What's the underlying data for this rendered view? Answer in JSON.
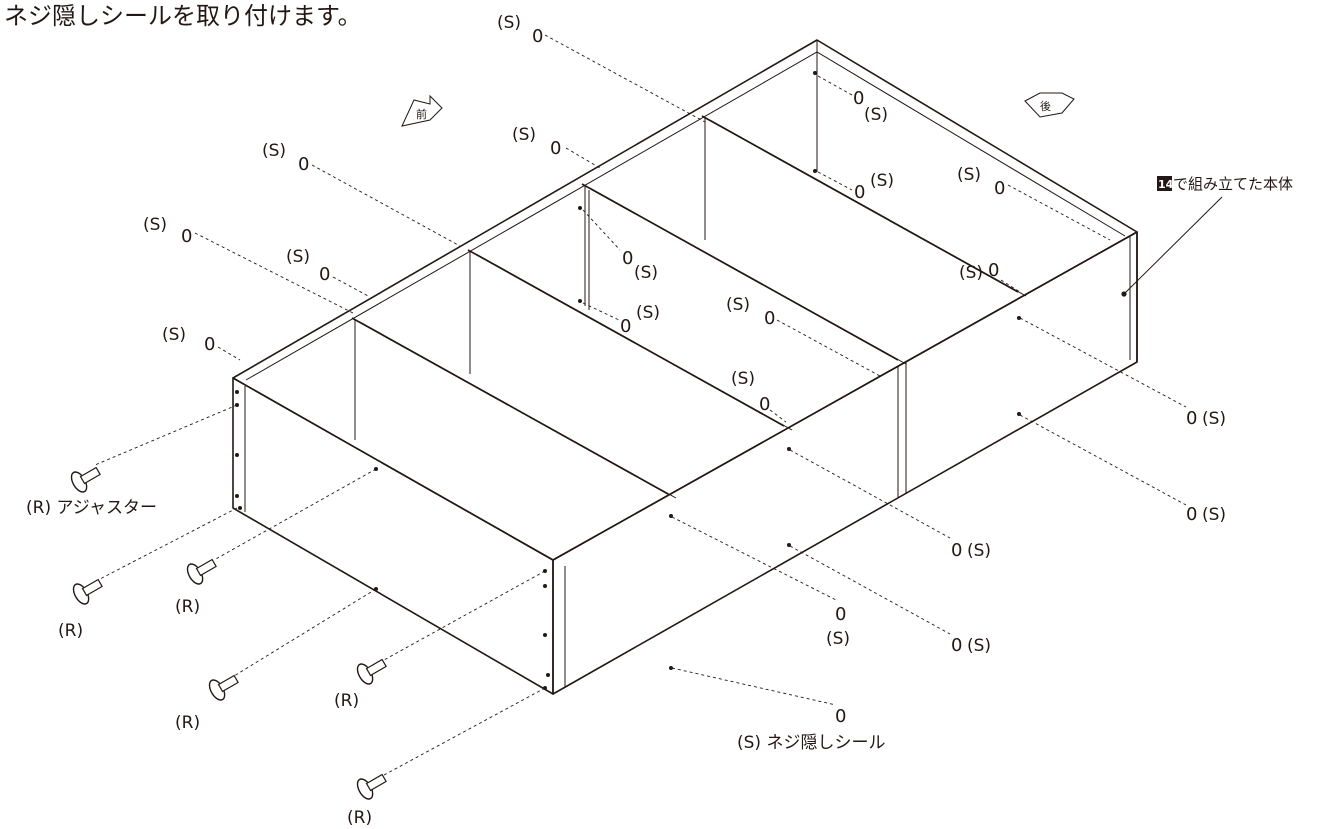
{
  "instruction": "ネジ隠しシールを取り付けます。",
  "assembled_body_label": "で組み立てた本体",
  "step_ref_number": "14",
  "direction_front": "前",
  "direction_back": "後",
  "adjuster_label": "(R) アジャスター",
  "seal_label": "(S) ネジ隠しシール",
  "part_r": "(R)",
  "part_s": "(S)",
  "seal_glyph": "0"
}
